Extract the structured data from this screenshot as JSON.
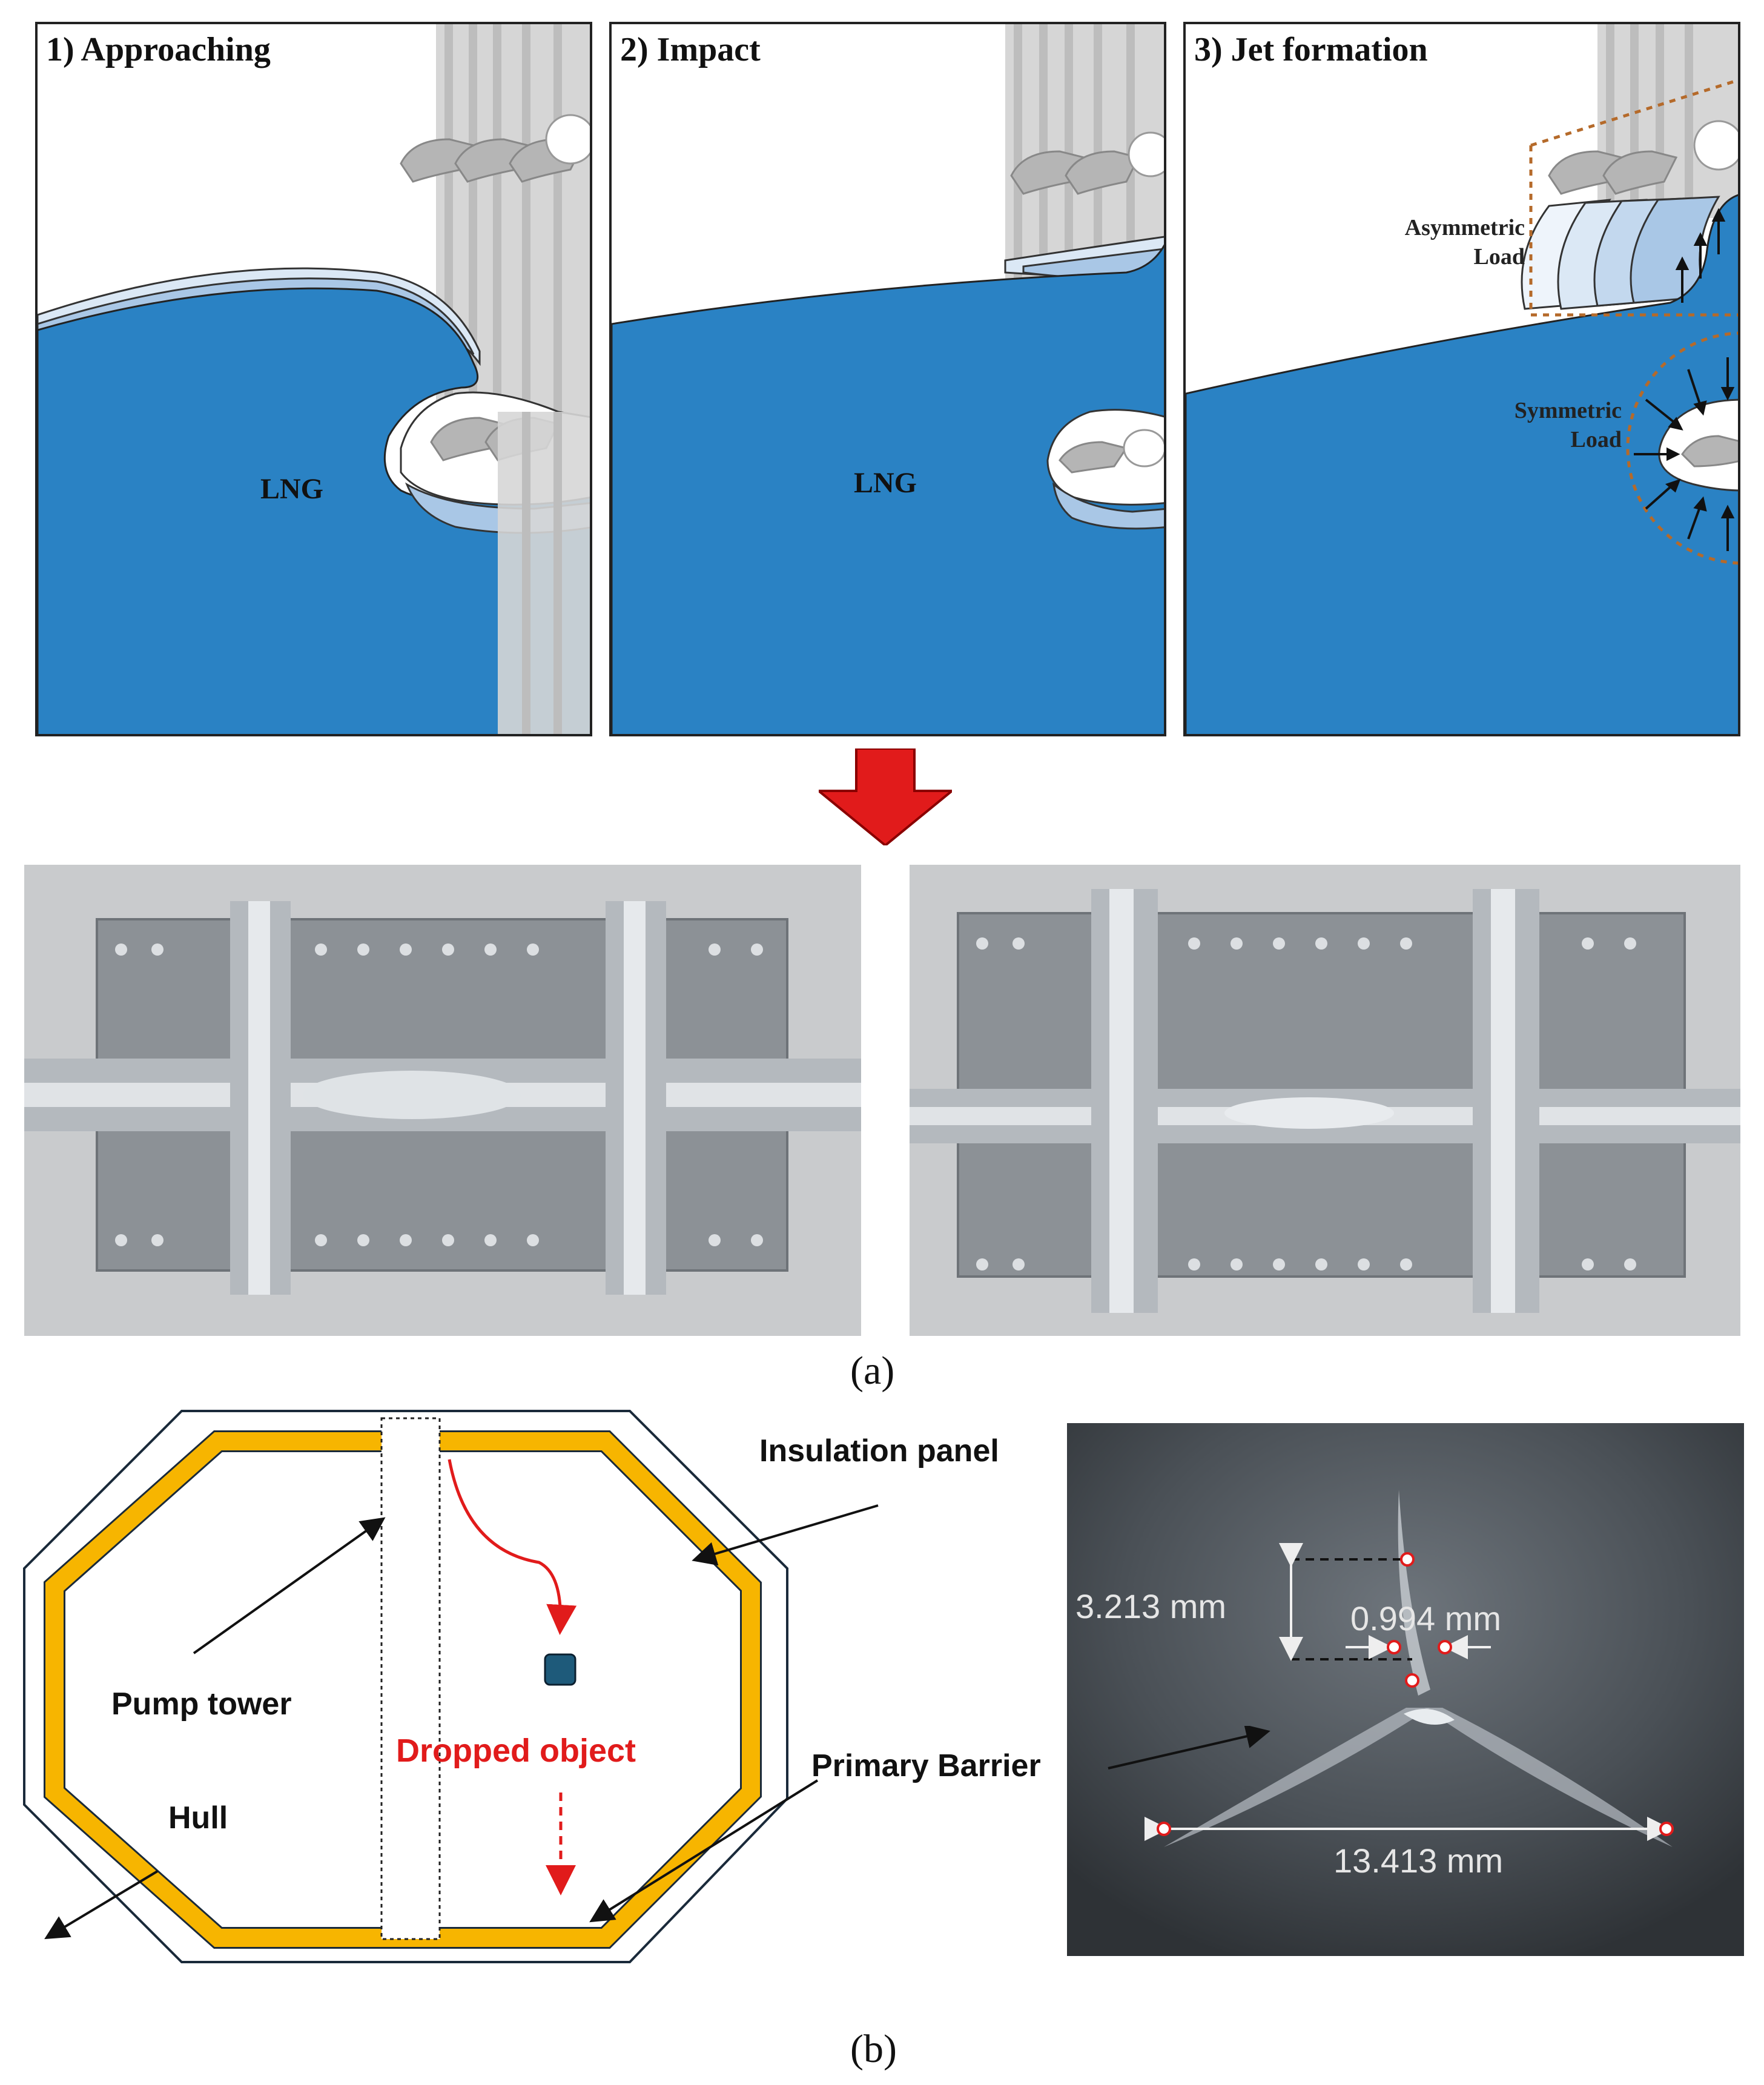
{
  "panels": [
    {
      "title": "1) Approaching",
      "center_label": "LNG"
    },
    {
      "title": "2) Impact",
      "center_label": "LNG"
    },
    {
      "title": "3) Jet formation",
      "asymmetric_label": [
        "Asymmetric",
        "Load"
      ],
      "symmetric_label": [
        "Symmetric",
        "Load"
      ]
    }
  ],
  "caption_a": "(a)",
  "caption_b": "(b)",
  "diagram": {
    "insulation_panel": "Insulation panel",
    "pump_tower": "Pump tower",
    "dropped_object": "Dropped object",
    "primary_barrier": "Primary Barrier",
    "hull": "Hull"
  },
  "measurements": {
    "height": "3.213 mm",
    "gap": "0.994 mm",
    "width": "13.413 mm"
  },
  "colors": {
    "lng_blue": "#2a82c4",
    "insulation_orange": "#f7b500",
    "arrow_red": "#e11b1b",
    "dropped_object_label": "#e11b1b",
    "object_fill": "#1e5a7a"
  }
}
